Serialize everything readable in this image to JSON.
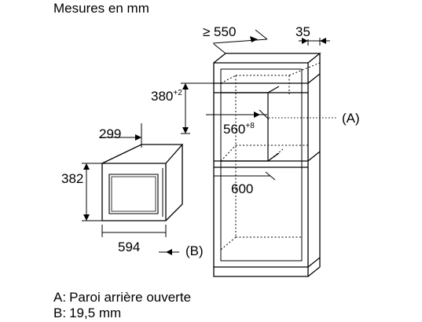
{
  "title": "Mesures en mm",
  "dimensions": {
    "cabinet_depth": "≥ 550",
    "gap": "35",
    "opening_height": "380",
    "opening_height_tol": "+2",
    "opening_width": "560",
    "opening_width_tol": "+8",
    "cabinet_inner_depth": "600",
    "appliance_depth": "299",
    "appliance_height": "382",
    "appliance_width": "594"
  },
  "callouts": {
    "a": "(A)",
    "b": "(B)"
  },
  "legend": [
    {
      "key": "A:",
      "text": "Paroi arrière ouverte"
    },
    {
      "key": "B:",
      "text": "19,5 mm"
    }
  ]
}
